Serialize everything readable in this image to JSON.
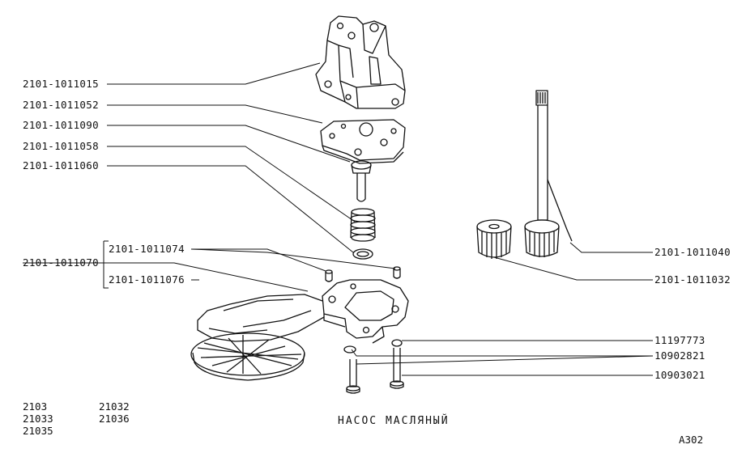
{
  "title": "НАСОС МАСЛЯНЫЙ",
  "sheet_code": "А302",
  "models": {
    "col1": [
      "2103",
      "21033",
      "21035"
    ],
    "col2": [
      "21032",
      "21036"
    ]
  },
  "labels": {
    "pump_body": "2101-1011015",
    "gasket": "2101-1011052",
    "valve": "2101-1011090",
    "spring": "2101-1011058",
    "washer": "2101-1011060",
    "housing_assembly": "2101-1011070",
    "dowel_pin": "2101-1011074",
    "intake_pipe": "2101-1011076",
    "drive_shaft": "2101-1011040",
    "driven_gear": "2101-1011032",
    "lock_washer": "11197773",
    "bolt_short": "10902821",
    "bolt_long": "10903021"
  }
}
